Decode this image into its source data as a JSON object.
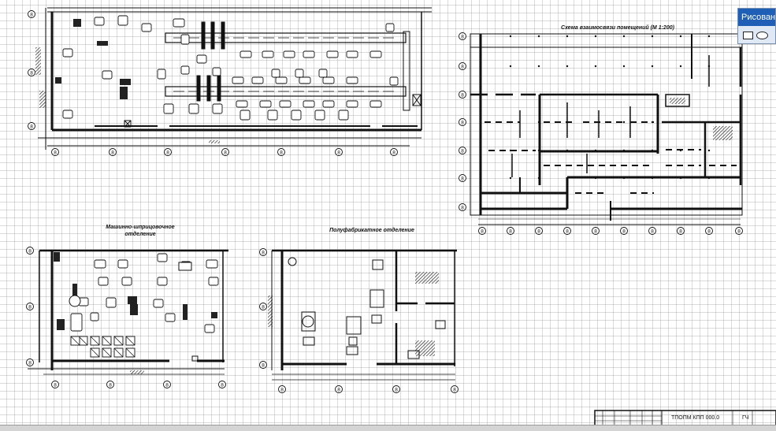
{
  "drawing": {
    "scheme_title": "Схема взаимосвязи помещений (М 1:200)",
    "syringe_title_line1": "Машинно-шприцовочное",
    "syringe_title_line2": "отделение",
    "semifab_title": "Полуфабрикатное отделение",
    "axis_tag": "8"
  },
  "stamp": {
    "code": "ТПОПМ КПП 000.0",
    "sheet_type": "ГЧ"
  },
  "toolbar": {
    "title": "Рисован"
  },
  "colors": {
    "line": "#111111",
    "grid": "#c8c8c8",
    "toolbar_title": "#1f5fb5"
  }
}
